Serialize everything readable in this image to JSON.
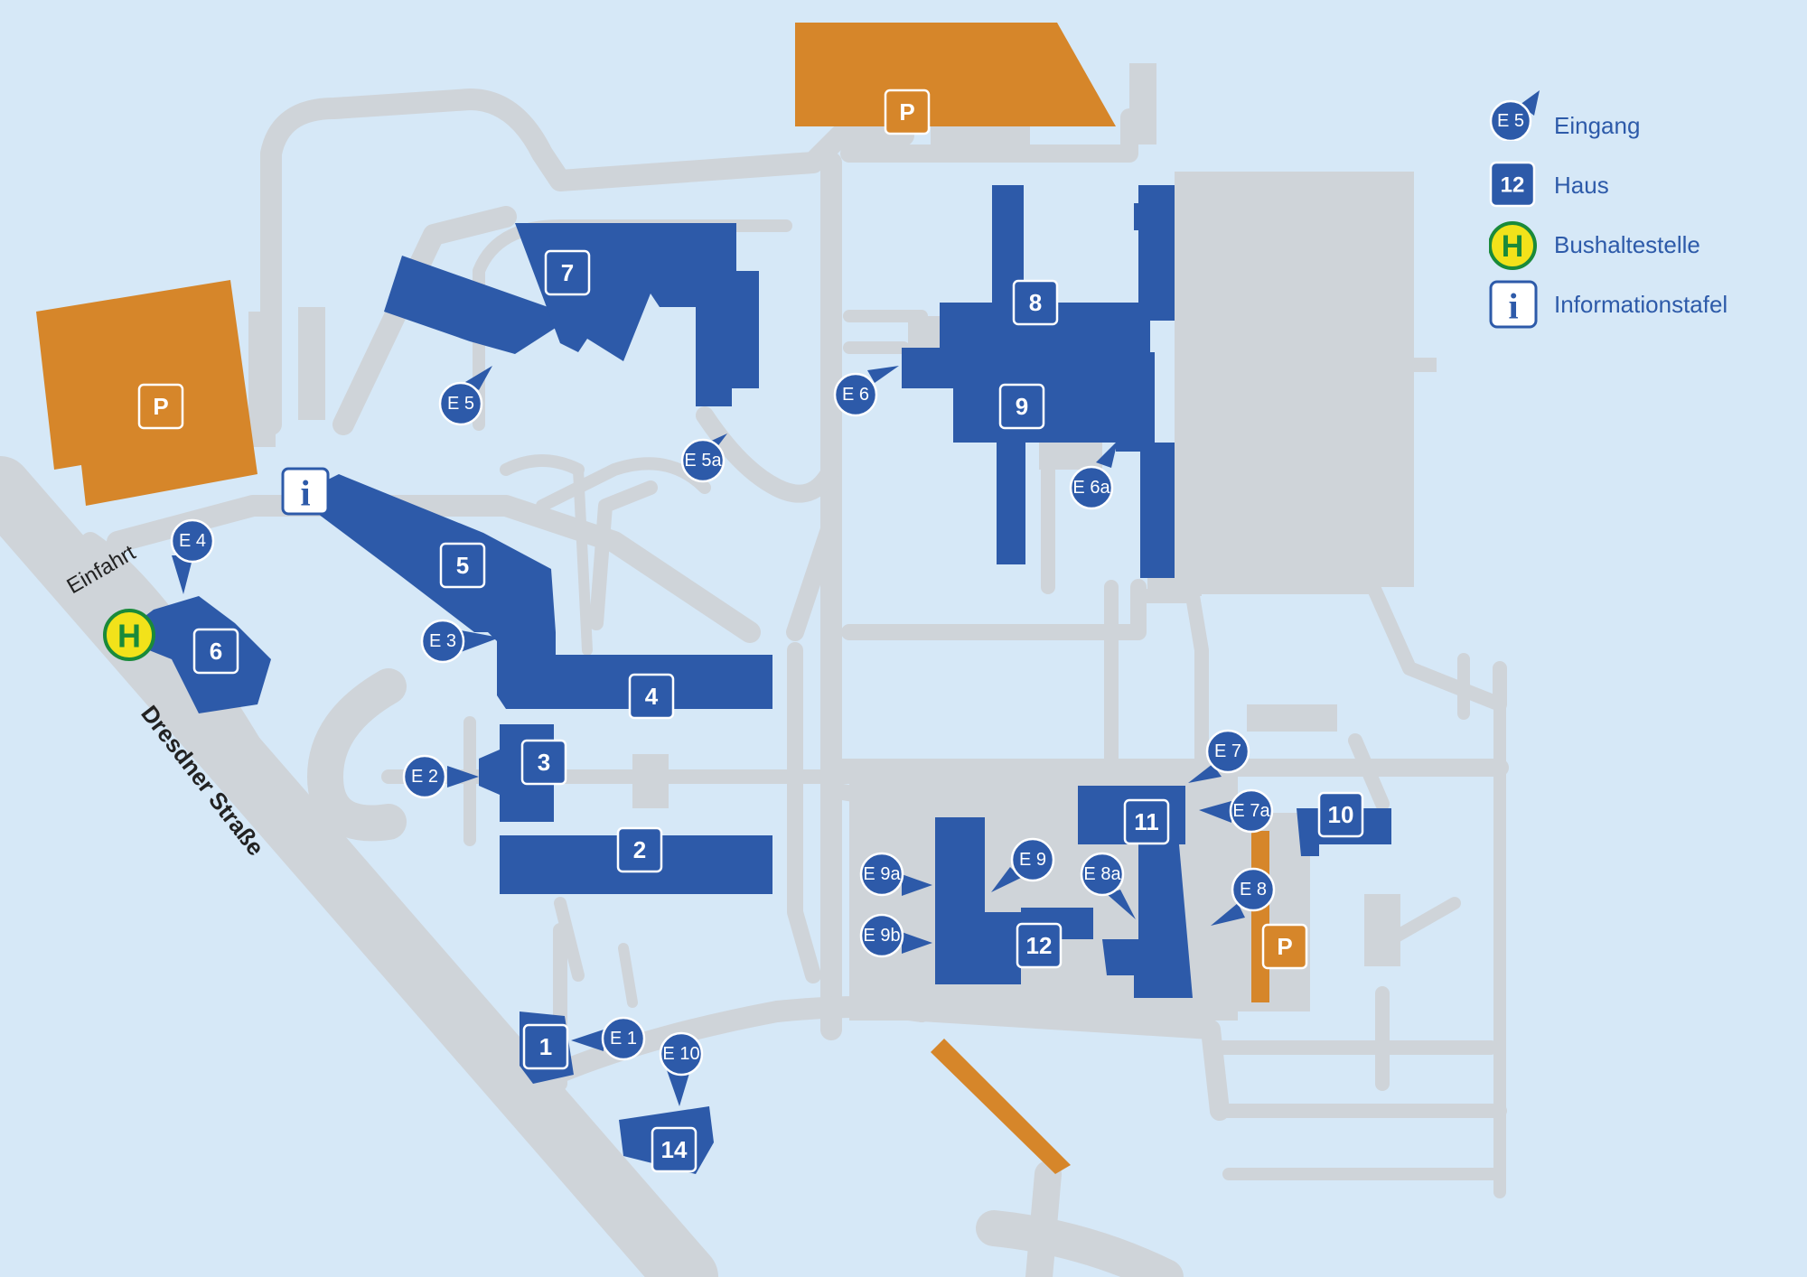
{
  "colors": {
    "background": "#d6e8f7",
    "road": "#cfd4d9",
    "building": "#2d5aa9",
    "parking": "#d6862a",
    "bus_stop": "#f2e21a",
    "bus_stop_ring": "#1a8a3a"
  },
  "streets": {
    "main": "Dresdner Straße",
    "entry": "Einfahrt"
  },
  "buildings": {
    "b1": "1",
    "b2": "2",
    "b3": "3",
    "b4": "4",
    "b5": "5",
    "b6": "6",
    "b7": "7",
    "b8": "8",
    "b9": "9",
    "b10": "10",
    "b11": "11",
    "b12": "12",
    "b14": "14"
  },
  "parking": {
    "label": "P"
  },
  "entrances": {
    "e1": "E 1",
    "e2": "E 2",
    "e3": "E 3",
    "e4": "E 4",
    "e5": "E 5",
    "e5a": "E 5a",
    "e6": "E 6",
    "e6a": "E 6a",
    "e7": "E 7",
    "e7a": "E 7a",
    "e8": "E 8",
    "e8a": "E 8a",
    "e9": "E 9",
    "e9a": "E 9a",
    "e9b": "E 9b",
    "e10": "E 10"
  },
  "bus_stop": {
    "symbol": "H"
  },
  "info_board": {
    "symbol": "i",
    "icon": "info-icon"
  },
  "legend": {
    "entrance": {
      "sample": "E 5",
      "label": "Eingang"
    },
    "house": {
      "sample": "12",
      "label": "Haus"
    },
    "bus": {
      "sample": "H",
      "label": "Bushaltestelle"
    },
    "info": {
      "sample": "i",
      "label": "Informationstafel"
    }
  }
}
